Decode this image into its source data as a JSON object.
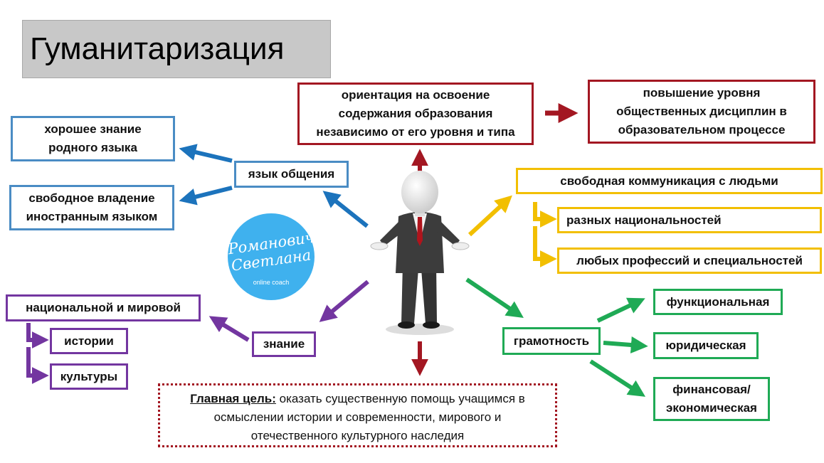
{
  "title": "Гуманитаризация",
  "logo": {
    "line1": "Романович",
    "line2": "Светлана",
    "line3": "online coach"
  },
  "nodes": {
    "orientation": [
      "ориентация на освоение",
      "содержания образования",
      "независимо от его уровня и типа"
    ],
    "increase": [
      "повышение уровня",
      "общественных дисциплин в",
      "образовательном процессе"
    ],
    "language_comm": "язык общения",
    "native_lang": [
      "хорошее знание",
      "родного языка"
    ],
    "foreign_lang": [
      "свободное владение",
      "иностранным языком"
    ],
    "free_comm": "свободная коммуникация  с людьми",
    "nationalities": "разных национальностей",
    "professions": "любых профессий и специальностей",
    "national_world": "национальной и мировой",
    "history": "истории",
    "culture": "культуры",
    "knowledge": "знание",
    "literacy": "грамотность",
    "functional": "функциональная",
    "legal": "юридическая",
    "financial": [
      "финансовая/",
      "экономическая"
    ]
  },
  "goal": {
    "label": "Главная цель:",
    "text1": " оказать существенную помощь учащимся в",
    "text2": "осмыслении истории и современности, мирового и",
    "text3": "отечественного культурного наследия"
  },
  "colors": {
    "blue": "#4a8cc4",
    "arrow_blue": "#1c73bc",
    "red": "#a31722",
    "yellow": "#f2bf00",
    "green": "#1faa55",
    "purple": "#7336a0"
  }
}
